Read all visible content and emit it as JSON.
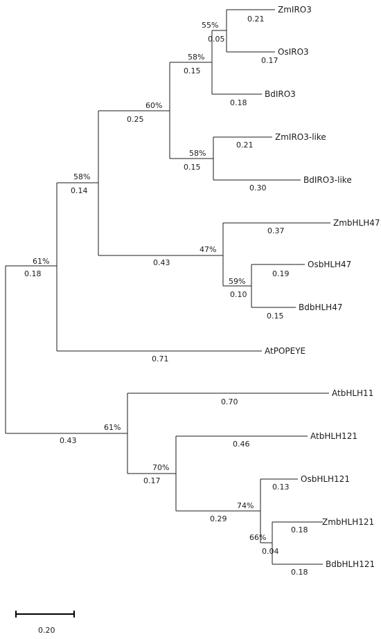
{
  "tree": {
    "leaves": {
      "zm_iro3": "ZmIRO3",
      "os_iro3": "OsIRO3",
      "bd_iro3": "BdIRO3",
      "zm_iro3_like": "ZmIRO3-like",
      "bd_iro3_like": "BdIRO3-like",
      "zm_bhlh47": "ZmbHLH47",
      "os_bhlh47": "OsbHLH47",
      "bd_bhlh47": "BdbHLH47",
      "at_popeye": "AtPOPEYE",
      "at_bhlh11": "AtbHLH11",
      "at_bhlh121": "AtbHLH121",
      "os_bhlh121": "OsbHLH121",
      "zm_bhlh121": "ZmbHLH121",
      "bd_bhlh121": "BdbHLH121"
    },
    "branch_lengths": {
      "zm_iro3": "0.21",
      "os_iro3": "0.17",
      "zm_os_iro3": "0.05",
      "bd_iro3": "0.18",
      "iro3_clade": "0.15",
      "zm_iro3_like": "0.21",
      "bd_iro3_like": "0.30",
      "iro3_like_clade": "0.15",
      "iro3_group": "0.25",
      "zm_bhlh47": "0.37",
      "os_bhlh47": "0.19",
      "bd_bhlh47": "0.15",
      "os_bd_bhlh47": "0.10",
      "bhlh47_clade": "0.43",
      "grasses_clade": "0.14",
      "at_popeye": "0.71",
      "popeye_clade": "0.18",
      "at_bhlh11": "0.70",
      "at_bhlh121": "0.46",
      "os_bhlh121": "0.13",
      "zm_bhlh121": "0.18",
      "bd_bhlh121": "0.18",
      "zm_bd_bhlh121": "0.04",
      "grass_bhlh121": "0.29",
      "bhlh121_clade": "0.17",
      "bhlh11_clade": "0.43"
    },
    "bootstrap": {
      "zm_os_iro3": "55%",
      "iro3_clade": "58%",
      "iro3_like_clade": "58%",
      "iro3_group": "60%",
      "grasses_clade": "58%",
      "bhlh47_clade": "47%",
      "os_bd_bhlh47": "59%",
      "popeye_clade": "61%",
      "bhlh11_clade": "61%",
      "bhlh121_clade": "70%",
      "grass_bhlh121": "74%",
      "zm_bd_bhlh121": "66%"
    }
  },
  "scale_bar": {
    "label": "0.20",
    "value": 0.2
  }
}
